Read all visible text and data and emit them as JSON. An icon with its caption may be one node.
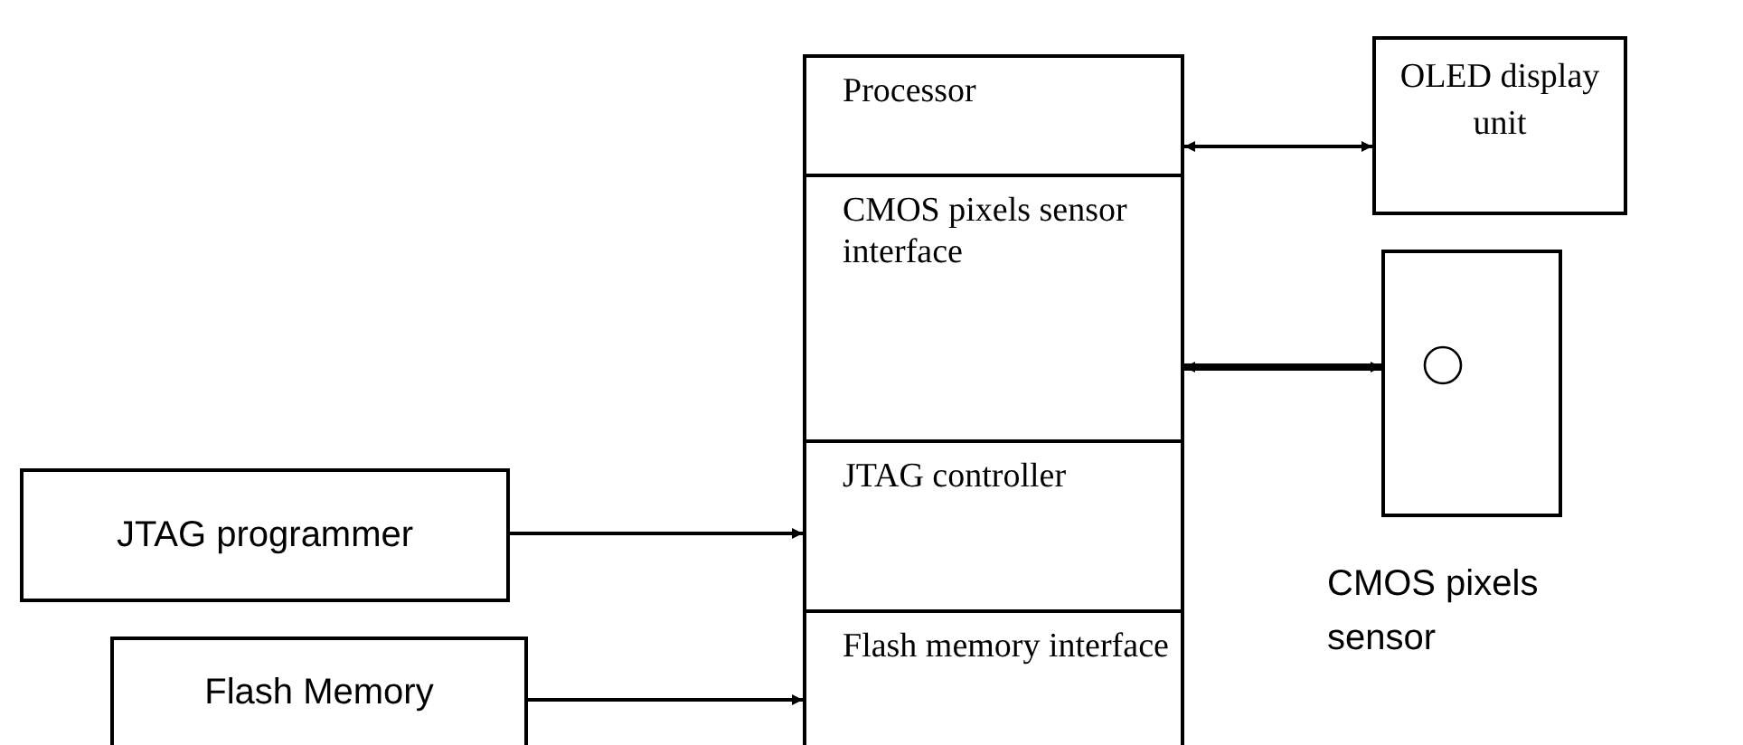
{
  "diagram": {
    "nodes": [
      {
        "text": [
          "Processor"
        ]
      },
      {
        "text": [
          "OLED display unit"
        ]
      },
      {
        "text": [
          "CMOS pixels sensor interface"
        ]
      },
      {
        "text": [],
        "shape": "box",
        "beside": [
          "CMOS pixels sensor"
        ]
      },
      {
        "text": [],
        "shape": "circle",
        "in": 3
      },
      {
        "text": [
          "JTAG programmer"
        ]
      },
      {
        "text": [
          "JTAG controller"
        ]
      },
      {
        "text": [
          "Flash Memory"
        ]
      },
      {
        "text": [
          "Flash memory interface"
        ]
      }
    ],
    "edges": [
      {
        "from": 0,
        "to": 1,
        "arrow": "both"
      },
      {
        "from": 2,
        "to": 3,
        "arrow": "both",
        "style": "thick"
      },
      {
        "from": 5,
        "to": 6,
        "arrow": "to"
      },
      {
        "from": 7,
        "to": 8,
        "arrow": "to"
      }
    ]
  }
}
